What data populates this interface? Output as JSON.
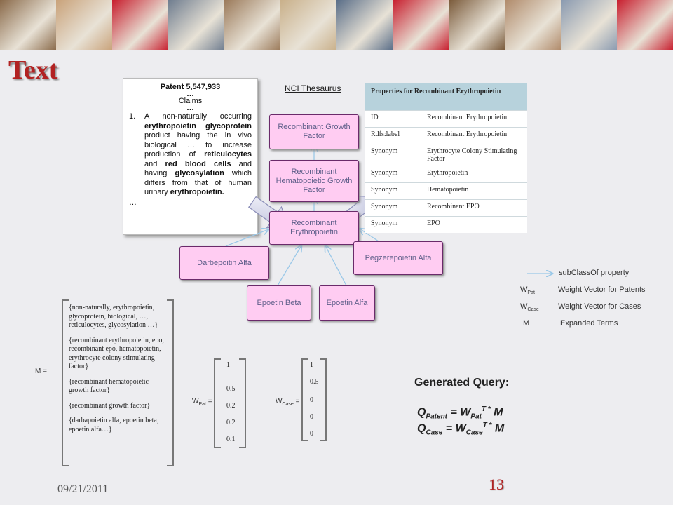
{
  "banner": {
    "tiles": [
      "#8a6a4a",
      "#c9a27a",
      "#c81e2e",
      "#6f7d8f",
      "#9b7a5a",
      "#c9b08a",
      "#5a6e88",
      "#c81e2e",
      "#7a5a3a",
      "#b08a6a",
      "#8a9ab0",
      "#c81e2e"
    ]
  },
  "slide_title": "Text",
  "patent": {
    "number": "Patent 5,547,933",
    "ellipsis1": "…",
    "claims_label": "Claims",
    "ellipsis2": "…",
    "claim_num": "1.",
    "claim_text": "A non-naturally occurring erythropoietin glycoprotein product having the in vivo biological … to increase production of reticulocytes and red blood cells and having glycosylation which differs from that of human urinary erythropoietin.",
    "ellipsis3": "…"
  },
  "thesaurus": {
    "title": "NCI Thesaurus",
    "nodes": {
      "growth_factor": "Recombinant Growth Factor",
      "hematopoietic": "Recombinant Hematopoietic Growth Factor",
      "erythropoietin": "Recombinant Erythropoietin",
      "darbepoitin": "Darbepoitin Alfa",
      "pegzerepoietin": "Pegzerepoietin Alfa",
      "epoetin_beta": "Epoetin Beta",
      "epoetin_alfa": "Epoetin Alfa"
    }
  },
  "properties": {
    "header": "Properties for Recombinant Erythropoietin",
    "rows": [
      [
        "ID",
        "Recombinant Erythropoietin"
      ],
      [
        "Rdfs:label",
        "Recombinant Erythropoietin"
      ],
      [
        "Synonym",
        "Erythrocyte Colony Stimulating Factor"
      ],
      [
        "Synonym",
        "Erythropoietin"
      ],
      [
        "Synonym",
        "Hematopoietin"
      ],
      [
        "Synonym",
        "Recombinant EPO"
      ],
      [
        "Synonym",
        "EPO"
      ]
    ]
  },
  "legend": {
    "subclass": "subClassOf property",
    "wpat_sym": "W",
    "wpat_sub": "Pat",
    "wpat_desc": "Weight Vector for Patents",
    "wcase_sym": "W",
    "wcase_sub": "Case",
    "wcase_desc": "Weight Vector for Cases",
    "m_sym": "M",
    "m_desc": "Expanded Terms"
  },
  "matrix_m": {
    "label": "M =",
    "terms": [
      "{non-naturally, erythropoietin, glycoprotein, biological, …, reticulocytes, glycosylation …}",
      "{recombinant erythropoietin, epo, recombinant epo, hematopoietin, erythrocyte colony stimulating factor}",
      "{recombinant hematopoietic growth factor}",
      "{recombinant growth factor}",
      "{darbapoietin alfa, epoetin beta, epoetin alfa…}"
    ]
  },
  "wpat": {
    "sym": "W",
    "sub": "Pat",
    "eq": "=",
    "values": [
      "1",
      "0.5",
      "0.2",
      "0.2",
      "0.1"
    ]
  },
  "wcase": {
    "sym": "W",
    "sub": "Case",
    "eq": "=",
    "values": [
      "1",
      "0.5",
      "0",
      "0",
      "0"
    ]
  },
  "query": {
    "title": "Generated Query:",
    "f1": {
      "q": "Q",
      "qsub": "Patent",
      "eq": " = W",
      "wsub": "Pat",
      "sup": "T *",
      "m": " M"
    },
    "f2": {
      "q": "Q",
      "qsub": "Case",
      "eq": " = W",
      "wsub": "Case",
      "sup": "T *",
      "m": " M"
    }
  },
  "footer": {
    "date": "09/21/2011",
    "page": "13"
  },
  "colors": {
    "title": "#b22222",
    "node_fill": "#ffccf2",
    "node_border": "#6a2a6a",
    "edge": "#9ac8e8",
    "table_header": "#b7d2dc"
  }
}
